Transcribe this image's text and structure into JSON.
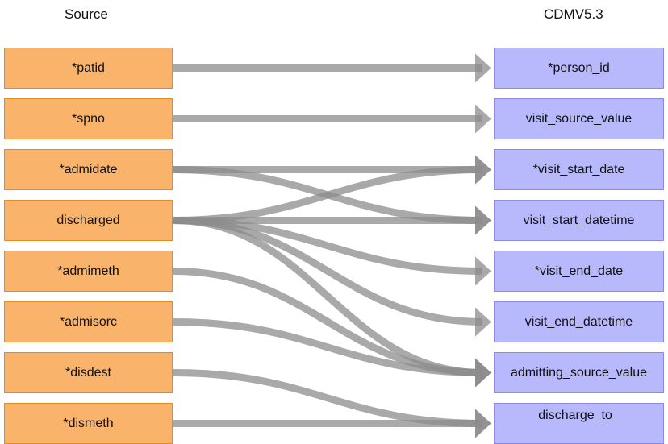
{
  "headers": {
    "source": "Source",
    "target": "CDMV5.3"
  },
  "sources": [
    {
      "label": "*patid"
    },
    {
      "label": "*spno"
    },
    {
      "label": "*admidate"
    },
    {
      "label": "discharged"
    },
    {
      "label": "*admimeth"
    },
    {
      "label": "*admisorc"
    },
    {
      "label": "*disdest"
    },
    {
      "label": "*dismeth"
    }
  ],
  "targets": [
    {
      "label": "*person_id"
    },
    {
      "label": "visit_source_value"
    },
    {
      "label": "*visit_start_date"
    },
    {
      "label": "visit_start_datetime"
    },
    {
      "label": "*visit_end_date"
    },
    {
      "label": "visit_end_datetime"
    },
    {
      "label": "admitting_source_value"
    },
    {
      "label": "discharge_to_"
    }
  ],
  "mappings": [
    {
      "from": "*patid",
      "to": "*person_id"
    },
    {
      "from": "*spno",
      "to": "visit_source_value"
    },
    {
      "from": "*admidate",
      "to": "*visit_start_date"
    },
    {
      "from": "*admidate",
      "to": "visit_start_datetime"
    },
    {
      "from": "discharged",
      "to": "*visit_start_date"
    },
    {
      "from": "discharged",
      "to": "visit_start_datetime"
    },
    {
      "from": "discharged",
      "to": "*visit_end_date"
    },
    {
      "from": "discharged",
      "to": "visit_end_datetime"
    },
    {
      "from": "discharged",
      "to": "admitting_source_value"
    },
    {
      "from": "*admimeth",
      "to": "admitting_source_value"
    },
    {
      "from": "*admisorc",
      "to": "admitting_source_value"
    },
    {
      "from": "*disdest",
      "to": "discharge_to_"
    },
    {
      "from": "*dismeth",
      "to": "discharge_to_"
    }
  ],
  "colors": {
    "source_fill": "#f9b36b",
    "source_border": "#e58a1e",
    "target_fill": "#b8b8fd",
    "target_border": "#8a8aee",
    "arrow": "#8c8c8c"
  }
}
